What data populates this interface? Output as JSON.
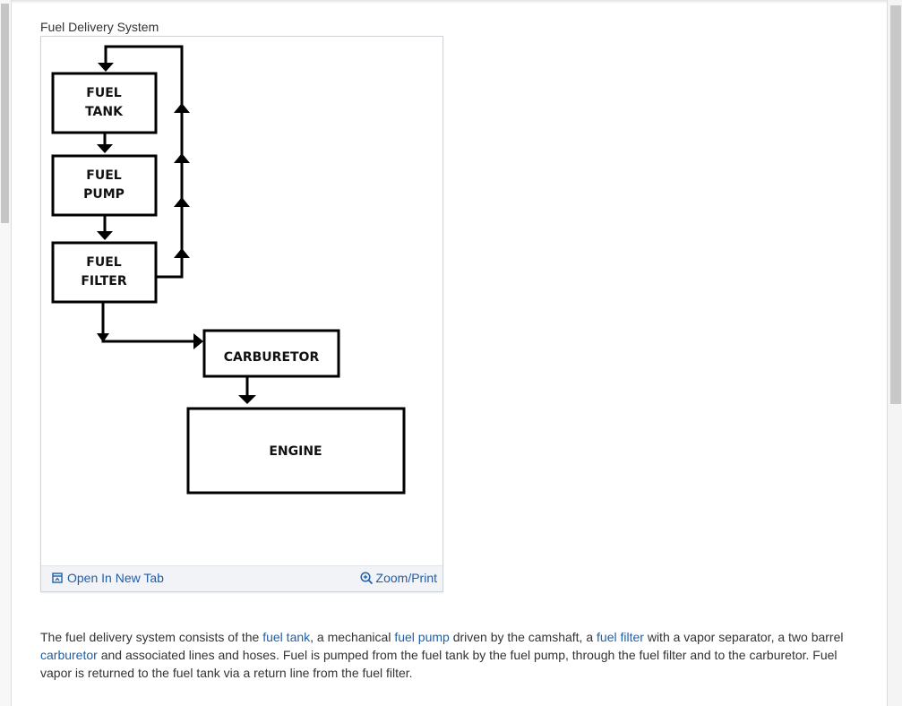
{
  "figure": {
    "caption": "Fuel Delivery System",
    "boxes": {
      "tank_line1": "FUEL",
      "tank_line2": "TANK",
      "pump_line1": "FUEL",
      "pump_line2": "PUMP",
      "filter_line1": "FUEL",
      "filter_line2": "FILTER",
      "carburetor": "CARBURETOR",
      "engine": "ENGINE"
    },
    "open_new_tab_label": "Open In New Tab",
    "zoom_print_label": "Zoom/Print"
  },
  "article": {
    "s1": "The fuel delivery system consists of the ",
    "link_fuel_tank": "fuel tank",
    "s2": ", a mechanical ",
    "link_fuel_pump": "fuel pump",
    "s3": " driven by the camshaft, a ",
    "link_fuel_filter": "fuel filter",
    "s4": " with a vapor separator, a two barrel ",
    "link_carburetor": "carburetor",
    "s5": " and associated lines and hoses. Fuel is pumped from the fuel tank by the fuel pump, through the fuel filter and to the carburetor. Fuel vapor is returned to the fuel tank via a return line from the fuel filter."
  }
}
